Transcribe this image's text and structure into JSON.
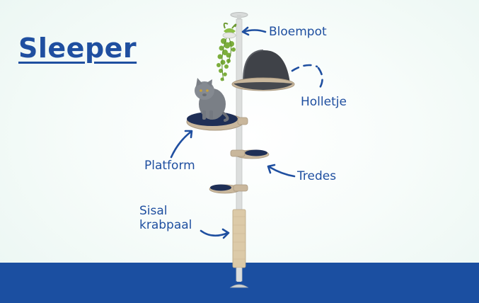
{
  "title": "Sleeper",
  "labels": {
    "bloempot": "Bloempot",
    "holletje": "Holletje",
    "platform": "Platform",
    "tredes": "Tredes",
    "sisal_line1": "Sisal",
    "sisal_line2": "krabpaal"
  },
  "colors": {
    "brand_blue": "#1f4fa0",
    "floor_blue": "#1b4fa1",
    "pole": "#dcdedd",
    "felt_dark": "#3f4248",
    "felt_navy": "#1f2f56",
    "wood": "#c9b79c",
    "sisal": "#dccaa8",
    "plant_green": "#7cae3c",
    "cat_grey": "#7a7f86"
  }
}
